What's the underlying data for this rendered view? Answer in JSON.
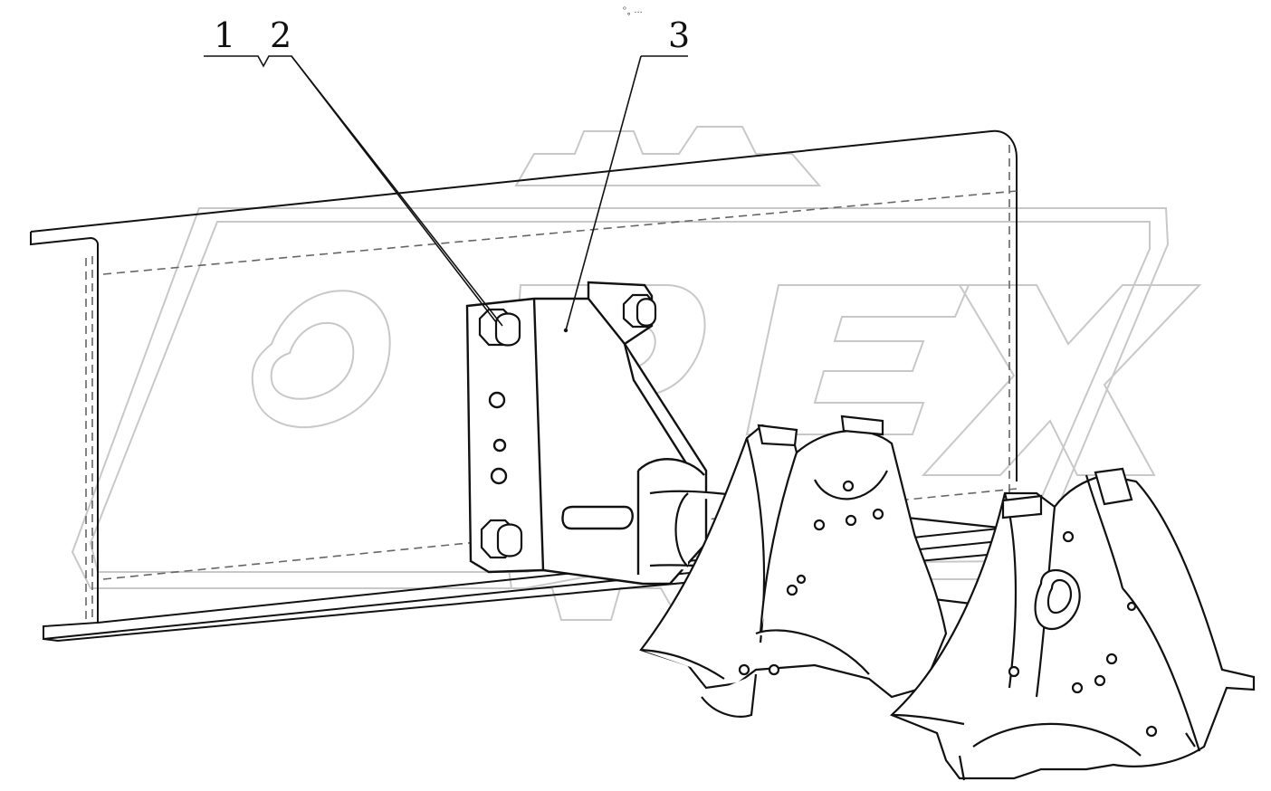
{
  "diagram": {
    "callouts": [
      {
        "id": "1",
        "label": "1"
      },
      {
        "id": "2",
        "label": "2"
      },
      {
        "id": "3",
        "label": "3"
      }
    ],
    "top_mark": "ᵒ˳ ...",
    "watermark_text": "OPEX",
    "colors": {
      "line": "#111111",
      "dashed_line": "#666666",
      "watermark_stroke": "#c8c8c8",
      "background": "#ffffff"
    }
  }
}
